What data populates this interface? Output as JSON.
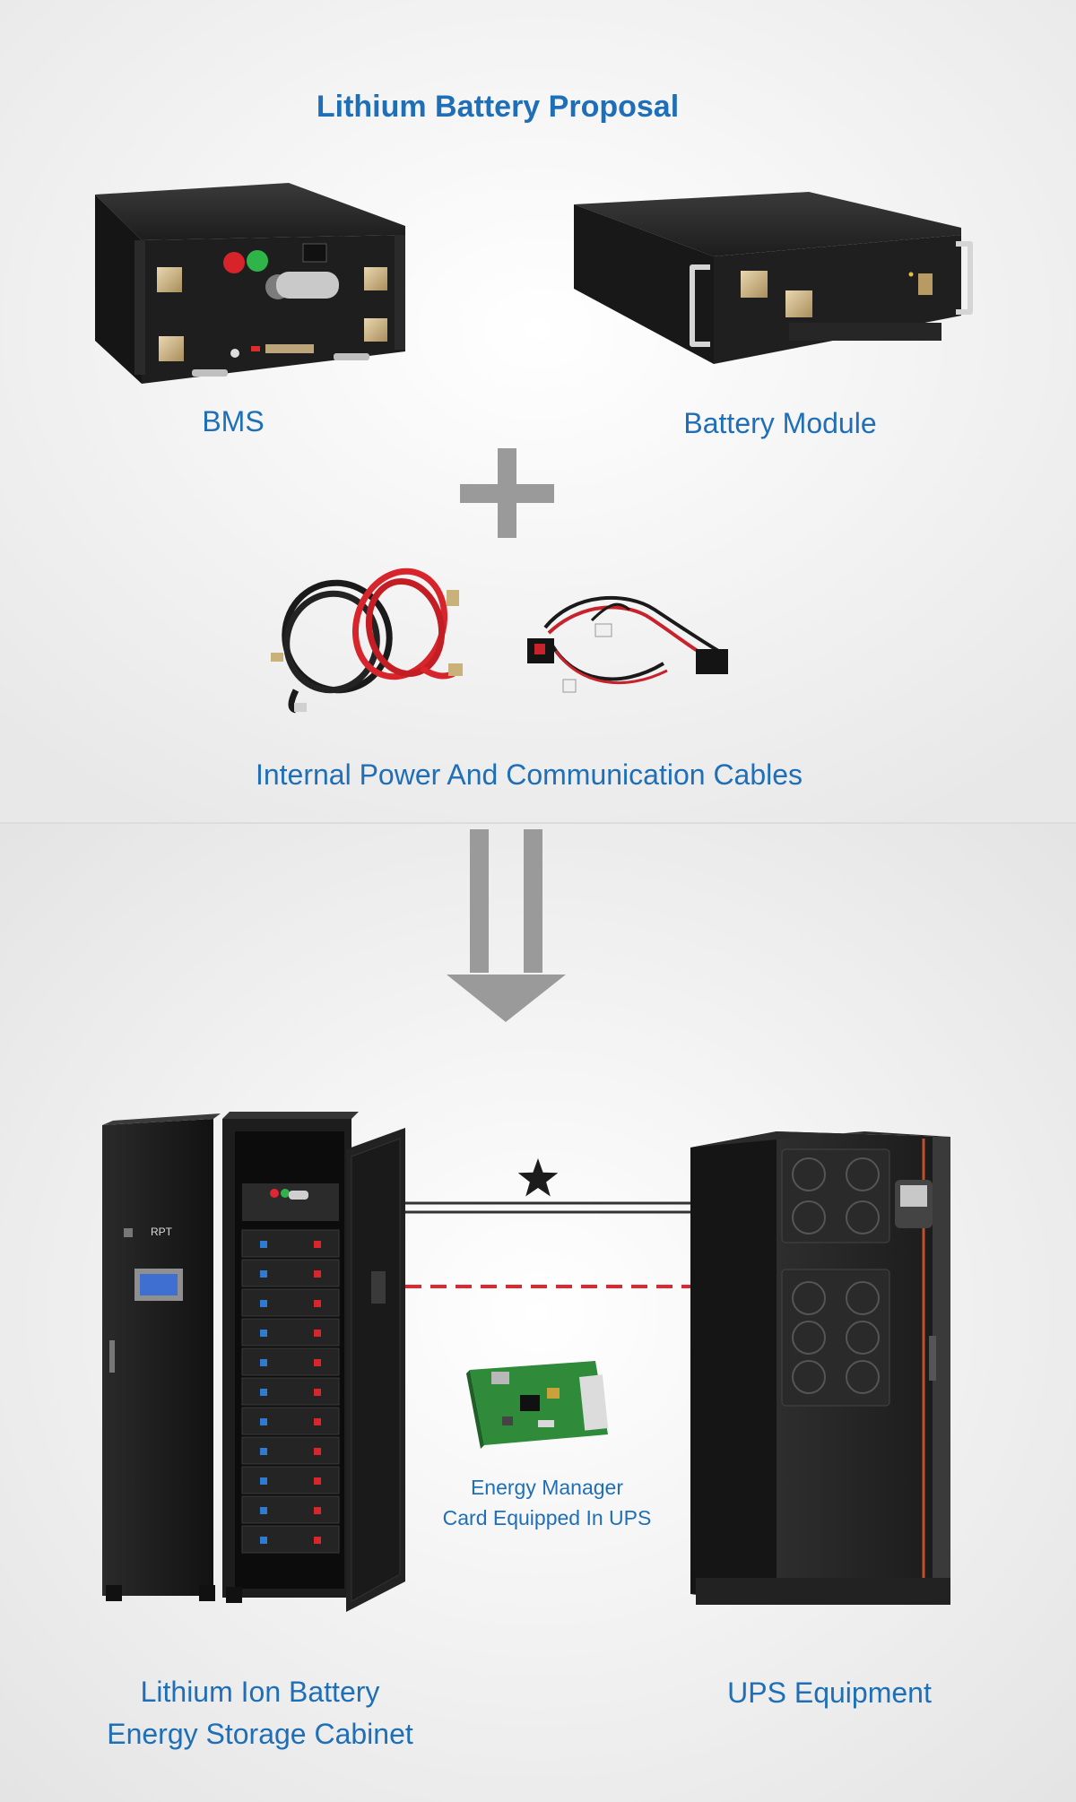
{
  "title": "Lithium Battery Proposal",
  "components": {
    "bms": "BMS",
    "battery_module": "Battery Module",
    "cables": "Internal Power And Communication Cables"
  },
  "result": {
    "cabinet_line1": "Lithium Ion Battery",
    "cabinet_line2": "Energy Storage Cabinet",
    "ups": "UPS Equipment",
    "card_line1": "Energy Manager",
    "card_line2": "Card Equipped In UPS"
  },
  "logos": {
    "cabinet_brand": "RPT"
  },
  "colors": {
    "label_blue": "#1f6fb8",
    "symbol_gray": "#9a9a9a",
    "equipment_black": "#1c1c1c",
    "signal_red": "#e0262f",
    "power_line": "#333333",
    "board_green": "#2f8a3a"
  },
  "icons": {
    "plus": "plus-icon",
    "arrow": "double-down-arrow-icon",
    "star": "star-icon"
  }
}
